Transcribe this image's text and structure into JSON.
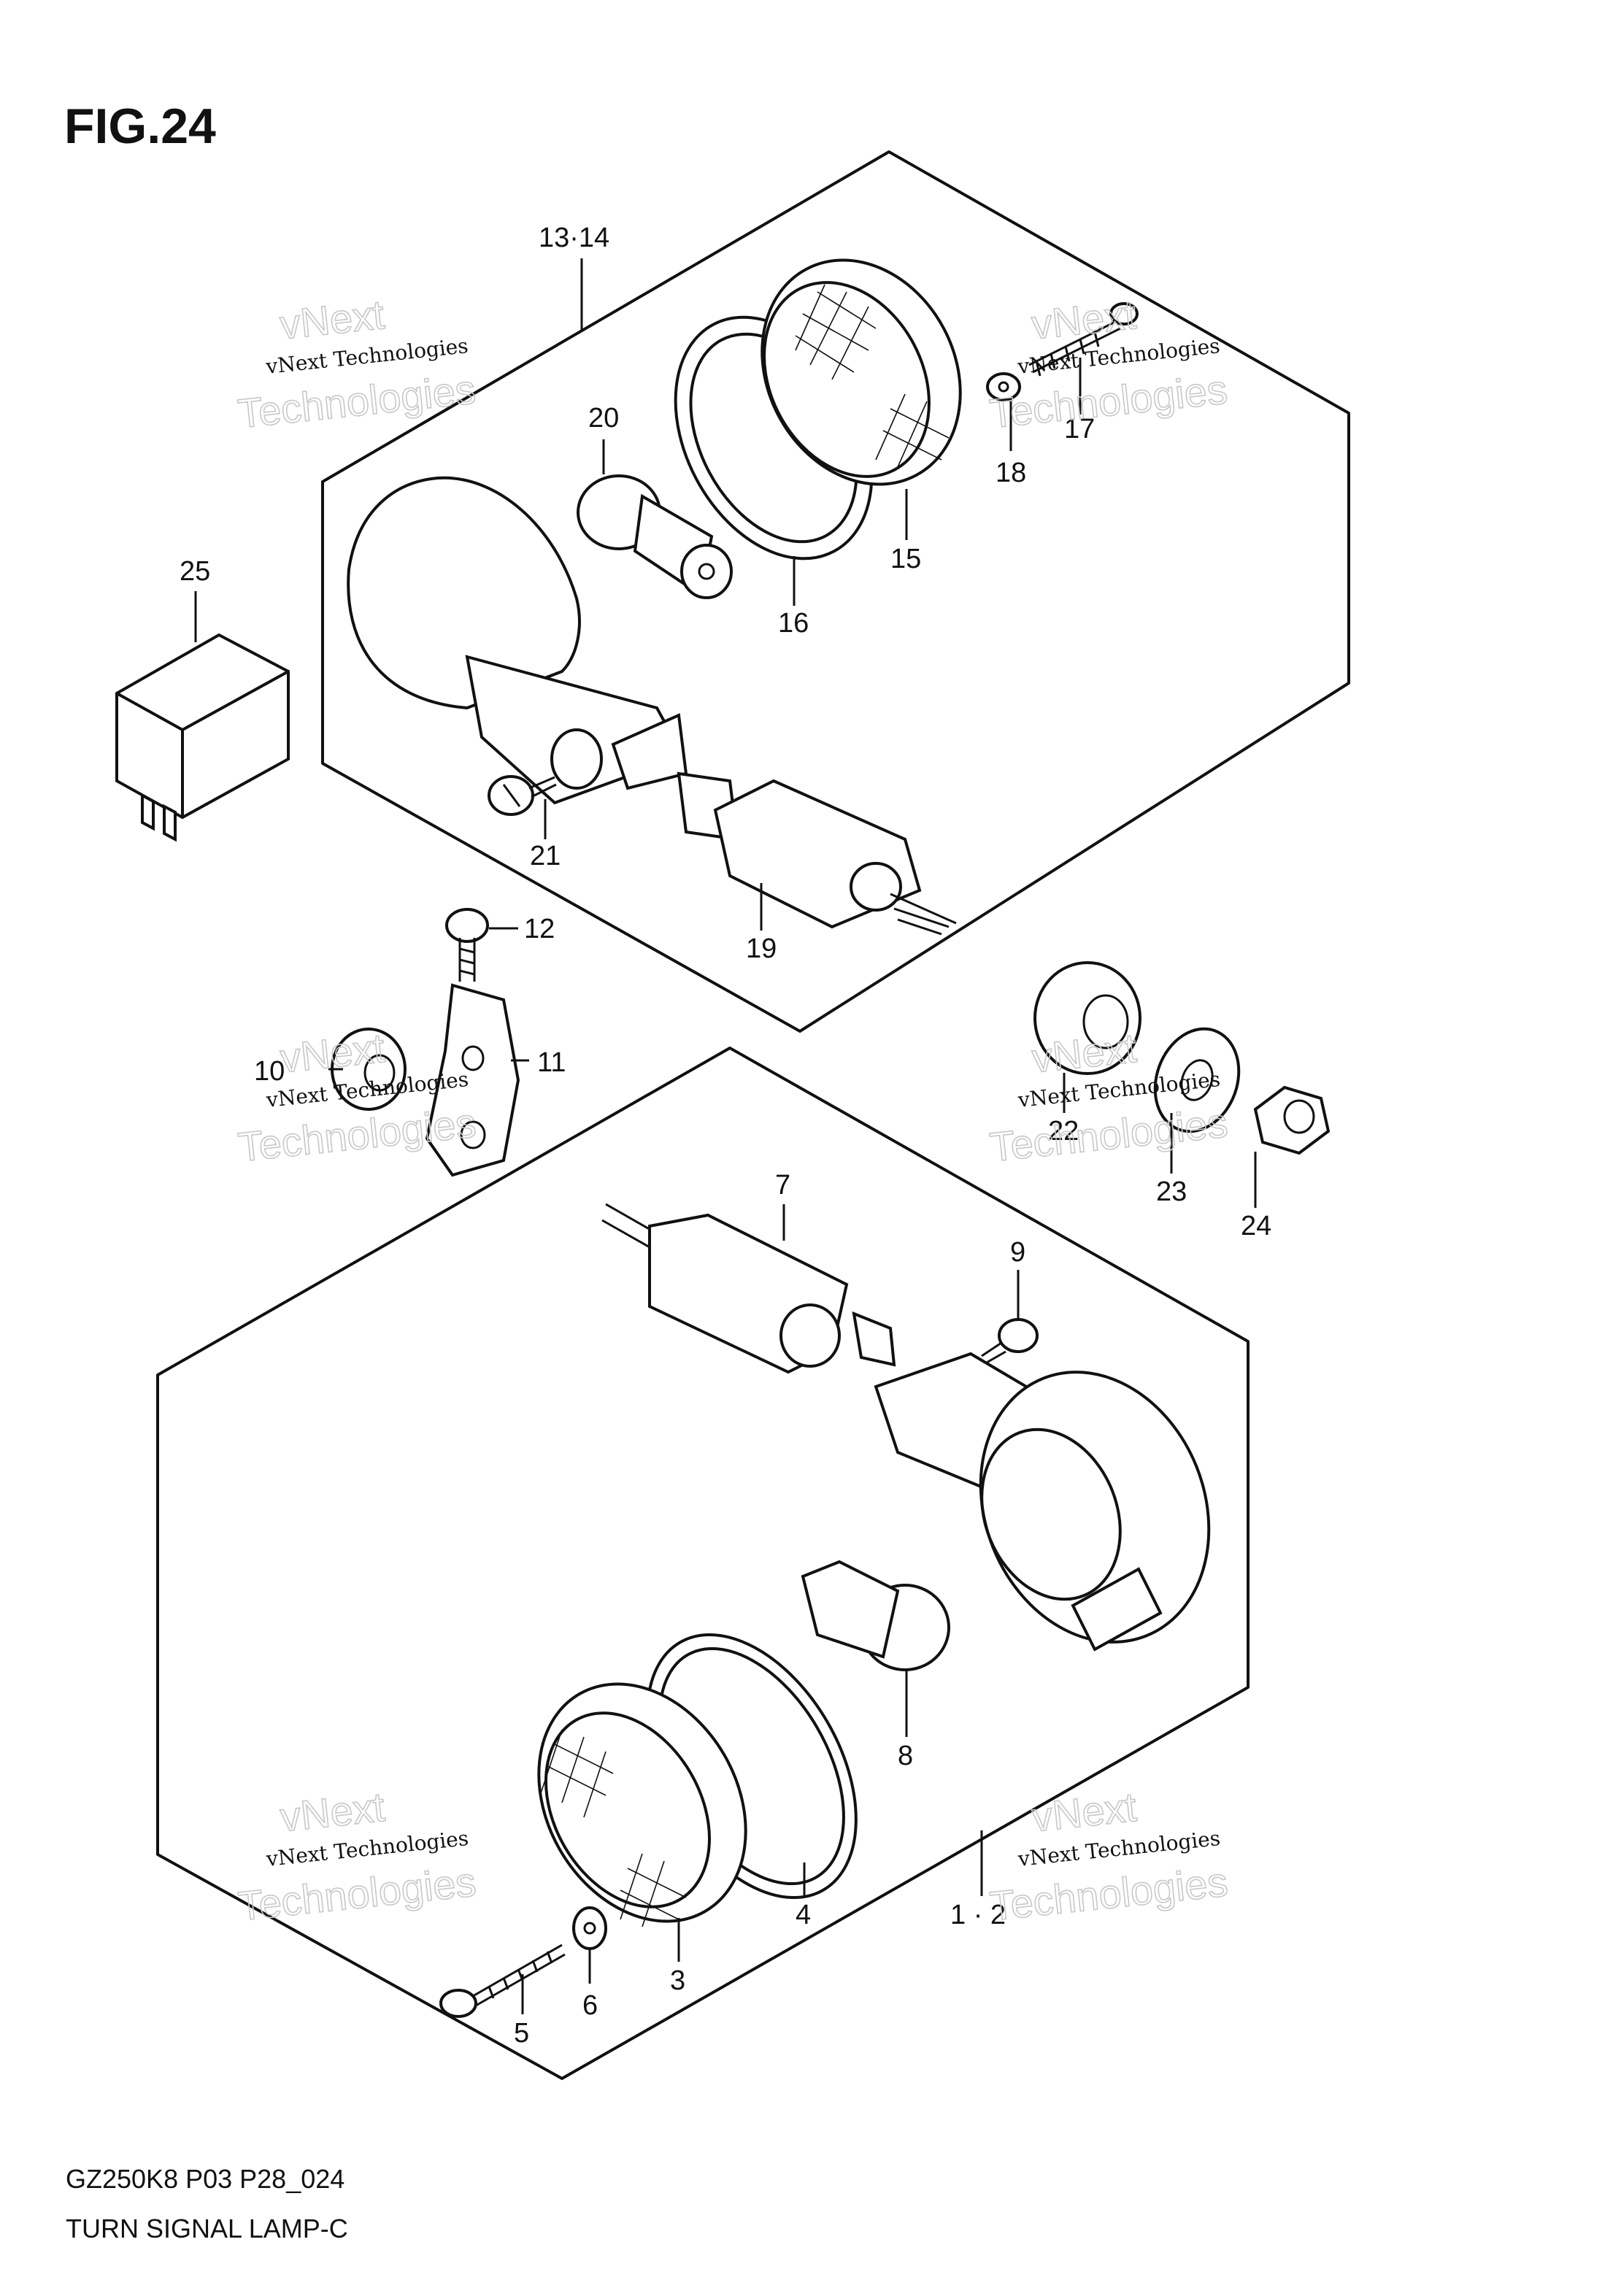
{
  "figure_title": "FIG.24",
  "footer": {
    "model_code": "GZ250K8 P03 P28_024",
    "diagram_name": "TURN SIGNAL LAMP-C"
  },
  "watermark": {
    "line1": "vNext Technologies",
    "line2": "vNext",
    "line3": "Technologies"
  },
  "callouts": [
    "13·14",
    "20",
    "25",
    "16",
    "15",
    "17",
    "18",
    "21",
    "19",
    "12",
    "10",
    "11",
    "22",
    "23",
    "24",
    "7",
    "9",
    "8",
    "4",
    "1 · 2",
    "3",
    "5",
    "6"
  ]
}
